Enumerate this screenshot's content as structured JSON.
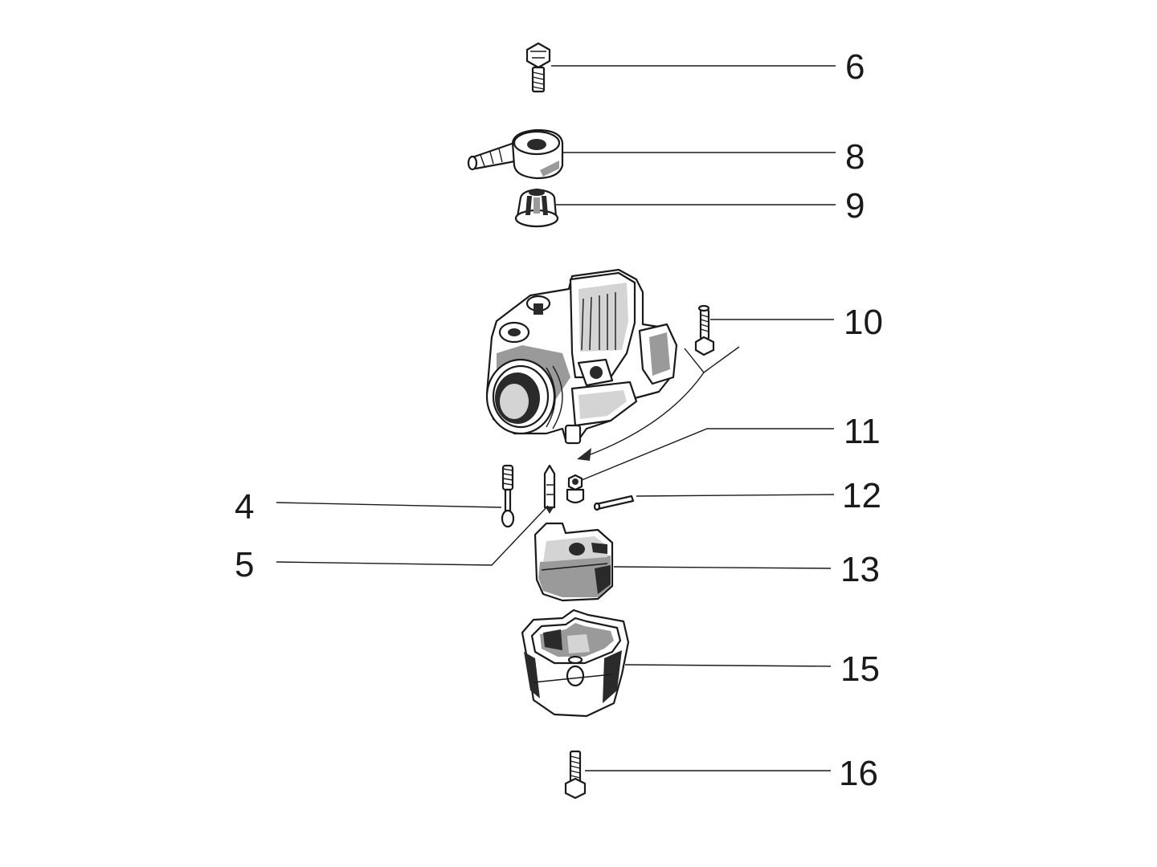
{
  "diagram": {
    "callouts": [
      {
        "id": "6",
        "label": "6",
        "part": "screw"
      },
      {
        "id": "8",
        "label": "8",
        "part": "fuel-inlet-union"
      },
      {
        "id": "9",
        "label": "9",
        "part": "fuel-filter"
      },
      {
        "id": "10",
        "label": "10",
        "part": "idle-screw"
      },
      {
        "id": "11",
        "label": "11",
        "part": "jet"
      },
      {
        "id": "12",
        "label": "12",
        "part": "float-pin"
      },
      {
        "id": "4",
        "label": "4",
        "part": "mixture-screw"
      },
      {
        "id": "5",
        "label": "5",
        "part": "needle-valve"
      },
      {
        "id": "13",
        "label": "13",
        "part": "float"
      },
      {
        "id": "15",
        "label": "15",
        "part": "float-bowl"
      },
      {
        "id": "16",
        "label": "16",
        "part": "bowl-screw"
      }
    ]
  }
}
